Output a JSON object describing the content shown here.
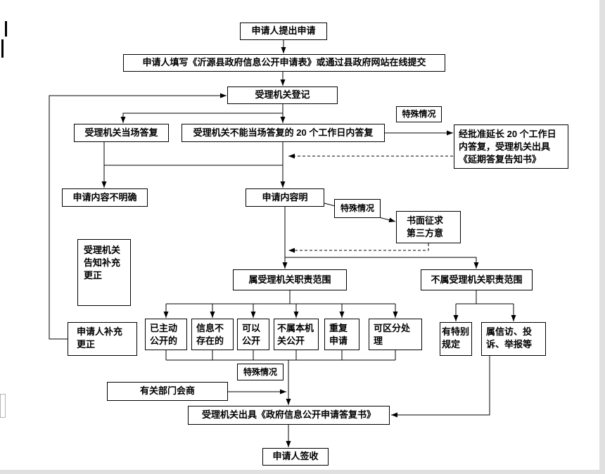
{
  "colors": {
    "background": "#ffffff",
    "line": "#000000",
    "box_border": "#000000",
    "page_edge": "#e0e0e0"
  },
  "flowchart": {
    "start": "申请人提出申请",
    "fill_form": "申请人填写《沂源县政府信息公开申请表》或通过县政府网站在线提交",
    "register": "受理机关登记",
    "special_case_top": "特殊情况",
    "onsite_reply": "受理机关当场答复",
    "reply_20_days": "受理机关不能当场答复的 20 个工作日内答复",
    "extension": "经批准延长 20 个工作日内答复，受理机关出具《延期答复告知书》",
    "content_unclear": "申请内容不明确",
    "content_clear": "申请内容明",
    "special_case_mid": "特殊情况",
    "third_party": "书面征求第三方意",
    "notify_supplement": "受理机关告知补充更正",
    "applicant_supplement": "申请人补充更正",
    "in_scope": "属受理机关职责范围",
    "out_scope": "不属受理机关职责范围",
    "outcome_proactive": "已主动公开的",
    "outcome_nonexistent": "信息不存在的",
    "outcome_disclosable": "可以公开",
    "outcome_other_authority": "不属本机关公开",
    "outcome_repeat": "重复申请",
    "outcome_separable": "可区分处理",
    "special_provision": "有特别规定",
    "petition": "属信访、投诉、举报等",
    "special_case_bottom": "特殊情况",
    "consultation": "有关部门会商",
    "reply_document": "受理机关出具《政府信息公开申请答复书》",
    "sign_receipt": "申请人签收"
  }
}
